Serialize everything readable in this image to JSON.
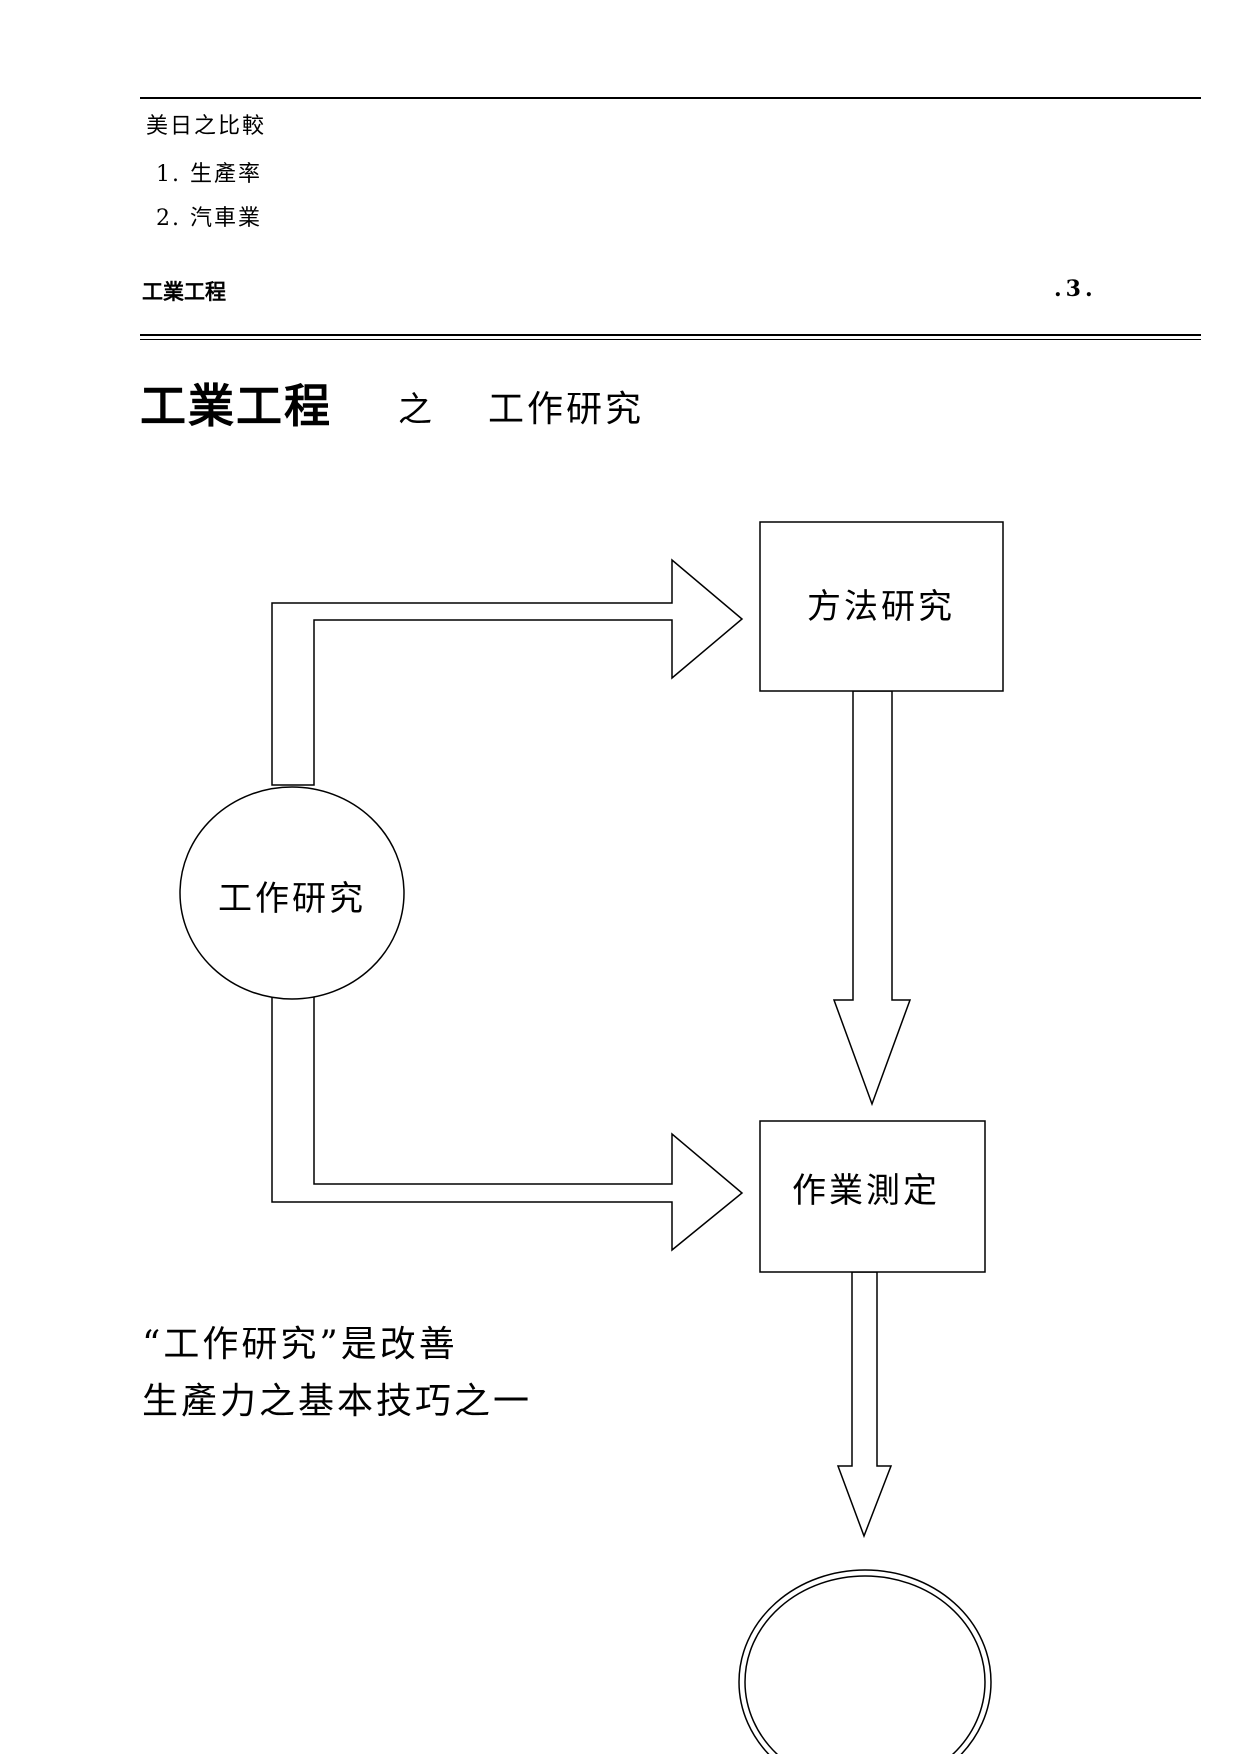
{
  "toc": {
    "heading": "美日之比較",
    "items": [
      "1. 生產率",
      "2. 汽車業"
    ]
  },
  "header": {
    "left": "工業工程",
    "page_number": ".3."
  },
  "title": {
    "main": "工業工程",
    "connector": "之",
    "sub": "工作研究"
  },
  "diagram": {
    "center": "工作研究",
    "method_study": "方法研究",
    "work_measurement": "作業測定"
  },
  "note": {
    "line1": "“工作研究”是改善",
    "line2": "生產力之基本技巧之一"
  }
}
